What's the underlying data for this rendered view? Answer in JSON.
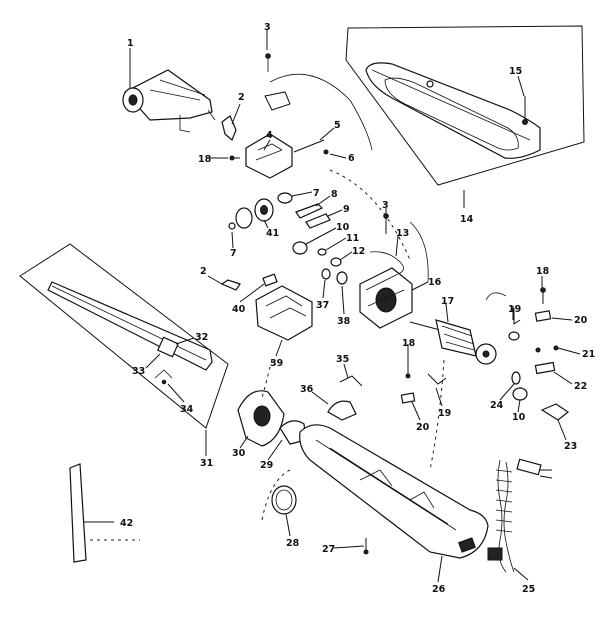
{
  "diagram": {
    "callouts": [
      {
        "id": "c1",
        "label": "1"
      },
      {
        "id": "c2a",
        "label": "2"
      },
      {
        "id": "c3a",
        "label": "3"
      },
      {
        "id": "c4",
        "label": "4"
      },
      {
        "id": "c5",
        "label": "5"
      },
      {
        "id": "c6",
        "label": "6"
      },
      {
        "id": "c7a",
        "label": "7"
      },
      {
        "id": "c7b",
        "label": "7"
      },
      {
        "id": "c8",
        "label": "8"
      },
      {
        "id": "c9",
        "label": "9"
      },
      {
        "id": "c10a",
        "label": "10"
      },
      {
        "id": "c10b",
        "label": "10"
      },
      {
        "id": "c11",
        "label": "11"
      },
      {
        "id": "c12",
        "label": "12"
      },
      {
        "id": "c13",
        "label": "13"
      },
      {
        "id": "c14",
        "label": "14"
      },
      {
        "id": "c15",
        "label": "15"
      },
      {
        "id": "c16",
        "label": "16"
      },
      {
        "id": "c17",
        "label": "17"
      },
      {
        "id": "c18a",
        "label": "18"
      },
      {
        "id": "c18b",
        "label": "18"
      },
      {
        "id": "c18c",
        "label": "18"
      },
      {
        "id": "c19a",
        "label": "19"
      },
      {
        "id": "c19b",
        "label": "19"
      },
      {
        "id": "c20a",
        "label": "20"
      },
      {
        "id": "c20b",
        "label": "20"
      },
      {
        "id": "c21",
        "label": "21"
      },
      {
        "id": "c22",
        "label": "22"
      },
      {
        "id": "c23",
        "label": "23"
      },
      {
        "id": "c24",
        "label": "24"
      },
      {
        "id": "c25",
        "label": "25"
      },
      {
        "id": "c26",
        "label": "26"
      },
      {
        "id": "c27",
        "label": "27"
      },
      {
        "id": "c28",
        "label": "28"
      },
      {
        "id": "c29",
        "label": "29"
      },
      {
        "id": "c30",
        "label": "30"
      },
      {
        "id": "c31",
        "label": "31"
      },
      {
        "id": "c32",
        "label": "32"
      },
      {
        "id": "c33",
        "label": "33"
      },
      {
        "id": "c34",
        "label": "34"
      },
      {
        "id": "c35",
        "label": "35"
      },
      {
        "id": "c36",
        "label": "36"
      },
      {
        "id": "c37",
        "label": "37"
      },
      {
        "id": "c38",
        "label": "38"
      },
      {
        "id": "c39",
        "label": "39"
      },
      {
        "id": "c40",
        "label": "40"
      },
      {
        "id": "c41",
        "label": "41"
      },
      {
        "id": "c42",
        "label": "42"
      },
      {
        "id": "c2b",
        "label": "2"
      },
      {
        "id": "c3b",
        "label": "3"
      }
    ]
  }
}
